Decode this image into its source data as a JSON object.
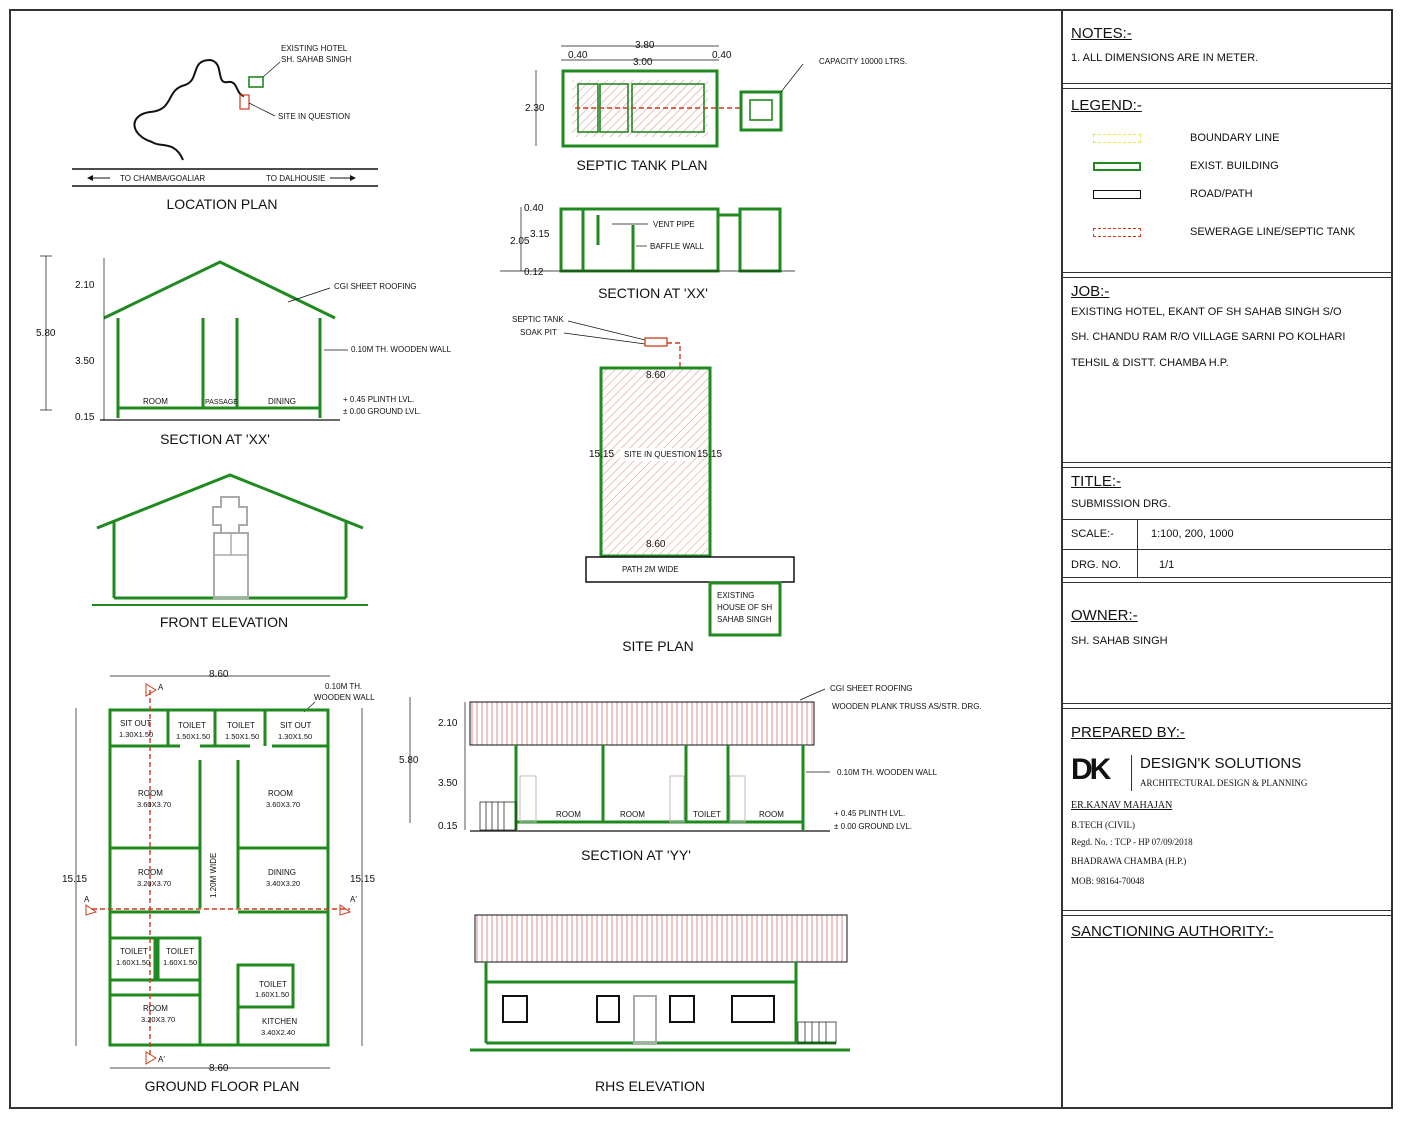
{
  "drawings": {
    "location_plan": {
      "title": "LOCATION PLAN",
      "existing_hotel": [
        "EXISTING HOTEL",
        "SH. SAHAB SINGH"
      ],
      "site": "SITE IN QUESTION",
      "road_left": "TO CHAMBA/GOALIAR",
      "road_right": "TO DALHOUSIE"
    },
    "section_xx_left": {
      "title": "SECTION AT 'XX'",
      "roofing": "CGI SHEET ROOFING",
      "wall": "0.10M TH. WOODEN WALL",
      "plinth": "+  0.45 PLINTH LVL.",
      "ground": "± 0.00 GROUND LVL.",
      "dims": [
        "2.10",
        "5.80",
        "3.50",
        "0.15"
      ],
      "rooms": [
        "ROOM",
        "PASSAGE",
        "DINING"
      ]
    },
    "front_elevation": {
      "title": "FRONT ELEVATION"
    },
    "ground_floor_plan": {
      "title": "GROUND FLOOR PLAN",
      "width_top": "8.60",
      "width_bottom": "8.60",
      "height_left": "15.15",
      "height_right": "15.15",
      "wall_note": [
        "0.10M TH.",
        "WOODEN WALL"
      ],
      "passage": "1.20M WIDE",
      "markers": [
        "A",
        "A'",
        "A",
        "A'"
      ],
      "rooms": [
        {
          "name": "SIT OUT",
          "size": "1.30X1.50"
        },
        {
          "name": "TOILET",
          "size": "1.50X1.50"
        },
        {
          "name": "TOILET",
          "size": "1.50X1.50"
        },
        {
          "name": "SIT OUT",
          "size": "1.30X1.50"
        },
        {
          "name": "ROOM",
          "size": "3.60X3.70"
        },
        {
          "name": "ROOM",
          "size": "3.60X3.70"
        },
        {
          "name": "ROOM",
          "size": "3.20X3.70"
        },
        {
          "name": "DINING",
          "size": "3.40X3.20"
        },
        {
          "name": "TOILET",
          "size": "1.60X1.50"
        },
        {
          "name": "TOILET",
          "size": "1.60X1.50"
        },
        {
          "name": "TOILET",
          "size": "1.60X1.50"
        },
        {
          "name": "ROOM",
          "size": "3.20X3.70"
        },
        {
          "name": "KITCHEN",
          "size": "3.40X2.40"
        }
      ]
    },
    "septic_plan": {
      "title": "SEPTIC TANK PLAN",
      "dims": [
        "3.80",
        "0.40",
        "3.00",
        "0.40",
        "2.30"
      ],
      "capacity": "CAPACITY 10000 LTRS."
    },
    "septic_section": {
      "title": "SECTION AT 'XX'",
      "dims": [
        "0.40",
        "2.05",
        "3.15",
        "0.12"
      ],
      "vent": "VENT PIPE",
      "baffle": "BAFFLE WALL"
    },
    "site_plan": {
      "title": "SITE PLAN",
      "septic": "SEPTIC TANK",
      "soak": "SOAK PIT",
      "width_top": "8.60",
      "width_bottom": "8.60",
      "length_left": "15.15",
      "length_right": "15.15",
      "site": "SITE IN QUESTION",
      "path": "PATH 2M WIDE",
      "existing_house": [
        "EXISTING",
        "HOUSE OF SH",
        "SAHAB SINGH"
      ]
    },
    "section_yy": {
      "title": "SECTION AT 'YY'",
      "roofing": "CGI SHEET ROOFING",
      "truss": "WOODEN PLANK TRUSS AS/STR. DRG.",
      "wall": "0.10M TH. WOODEN WALL",
      "plinth": "+  0.45 PLINTH LVL.",
      "ground": "± 0.00 GROUND LVL.",
      "dims": [
        "2.10",
        "5.80",
        "3.50",
        "0.15"
      ],
      "rooms": [
        "ROOM",
        "ROOM",
        "TOILET",
        "ROOM"
      ]
    },
    "rhs_elevation": {
      "title": "RHS ELEVATION"
    }
  },
  "panel": {
    "notes": {
      "heading": "NOTES:-",
      "items": [
        "1. ALL DIMENSIONS ARE IN METER."
      ]
    },
    "legend": {
      "heading": "LEGEND:-",
      "items": [
        {
          "label": "BOUNDARY LINE",
          "color": "#e8e84a"
        },
        {
          "label": "EXIST. BUILDING",
          "color": "#1f8a1f"
        },
        {
          "label": "ROAD/PATH",
          "color": "#111111"
        },
        {
          "label": "SEWERAGE LINE/SEPTIC TANK",
          "color": "#d03a1a"
        }
      ]
    },
    "job": {
      "heading": "JOB:-",
      "lines": [
        "EXISTING HOTEL, EKANT OF SH SAHAB SINGH S/O",
        "SH. CHANDU RAM R/O VILLAGE SARNI PO KOLHARI",
        "TEHSIL & DISTT. CHAMBA H.P."
      ]
    },
    "title": {
      "heading": "TITLE:-",
      "value": "SUBMISSION DRG."
    },
    "scale": {
      "label": "SCALE:-",
      "value": "1:100, 200, 1000"
    },
    "drg_no": {
      "label": "DRG. NO.",
      "value": "1/1"
    },
    "owner": {
      "heading": "OWNER:-",
      "value": "SH. SAHAB SINGH"
    },
    "prepared": {
      "heading": "PREPARED BY:-",
      "logo": "DK",
      "company": "DESIGN'K SOLUTIONS",
      "tagline": "ARCHITECTURAL DESIGN & PLANNING",
      "engineer": "ER.KANAV MAHAJAN",
      "qualification": "B.TECH (CIVIL)",
      "regd": "Regd. No. : TCP - HP 07/09/2018",
      "address": "BHADRAWA CHAMBA (H.P.)",
      "mobile": "MOB: 98164-70048"
    },
    "sanction": {
      "heading": "SANCTIONING AUTHORITY:-"
    }
  }
}
